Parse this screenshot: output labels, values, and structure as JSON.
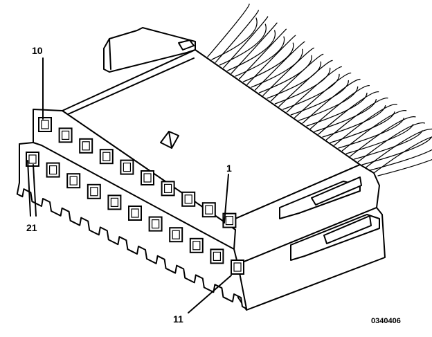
{
  "diagram": {
    "type": "connector-pinout",
    "labels": {
      "pin_10": "10",
      "pin_1": "1",
      "pin_21": "21",
      "pin_11": "11"
    },
    "figure_code": "0340406",
    "top_row_cavities": 10,
    "bottom_row_cavities": 11
  }
}
